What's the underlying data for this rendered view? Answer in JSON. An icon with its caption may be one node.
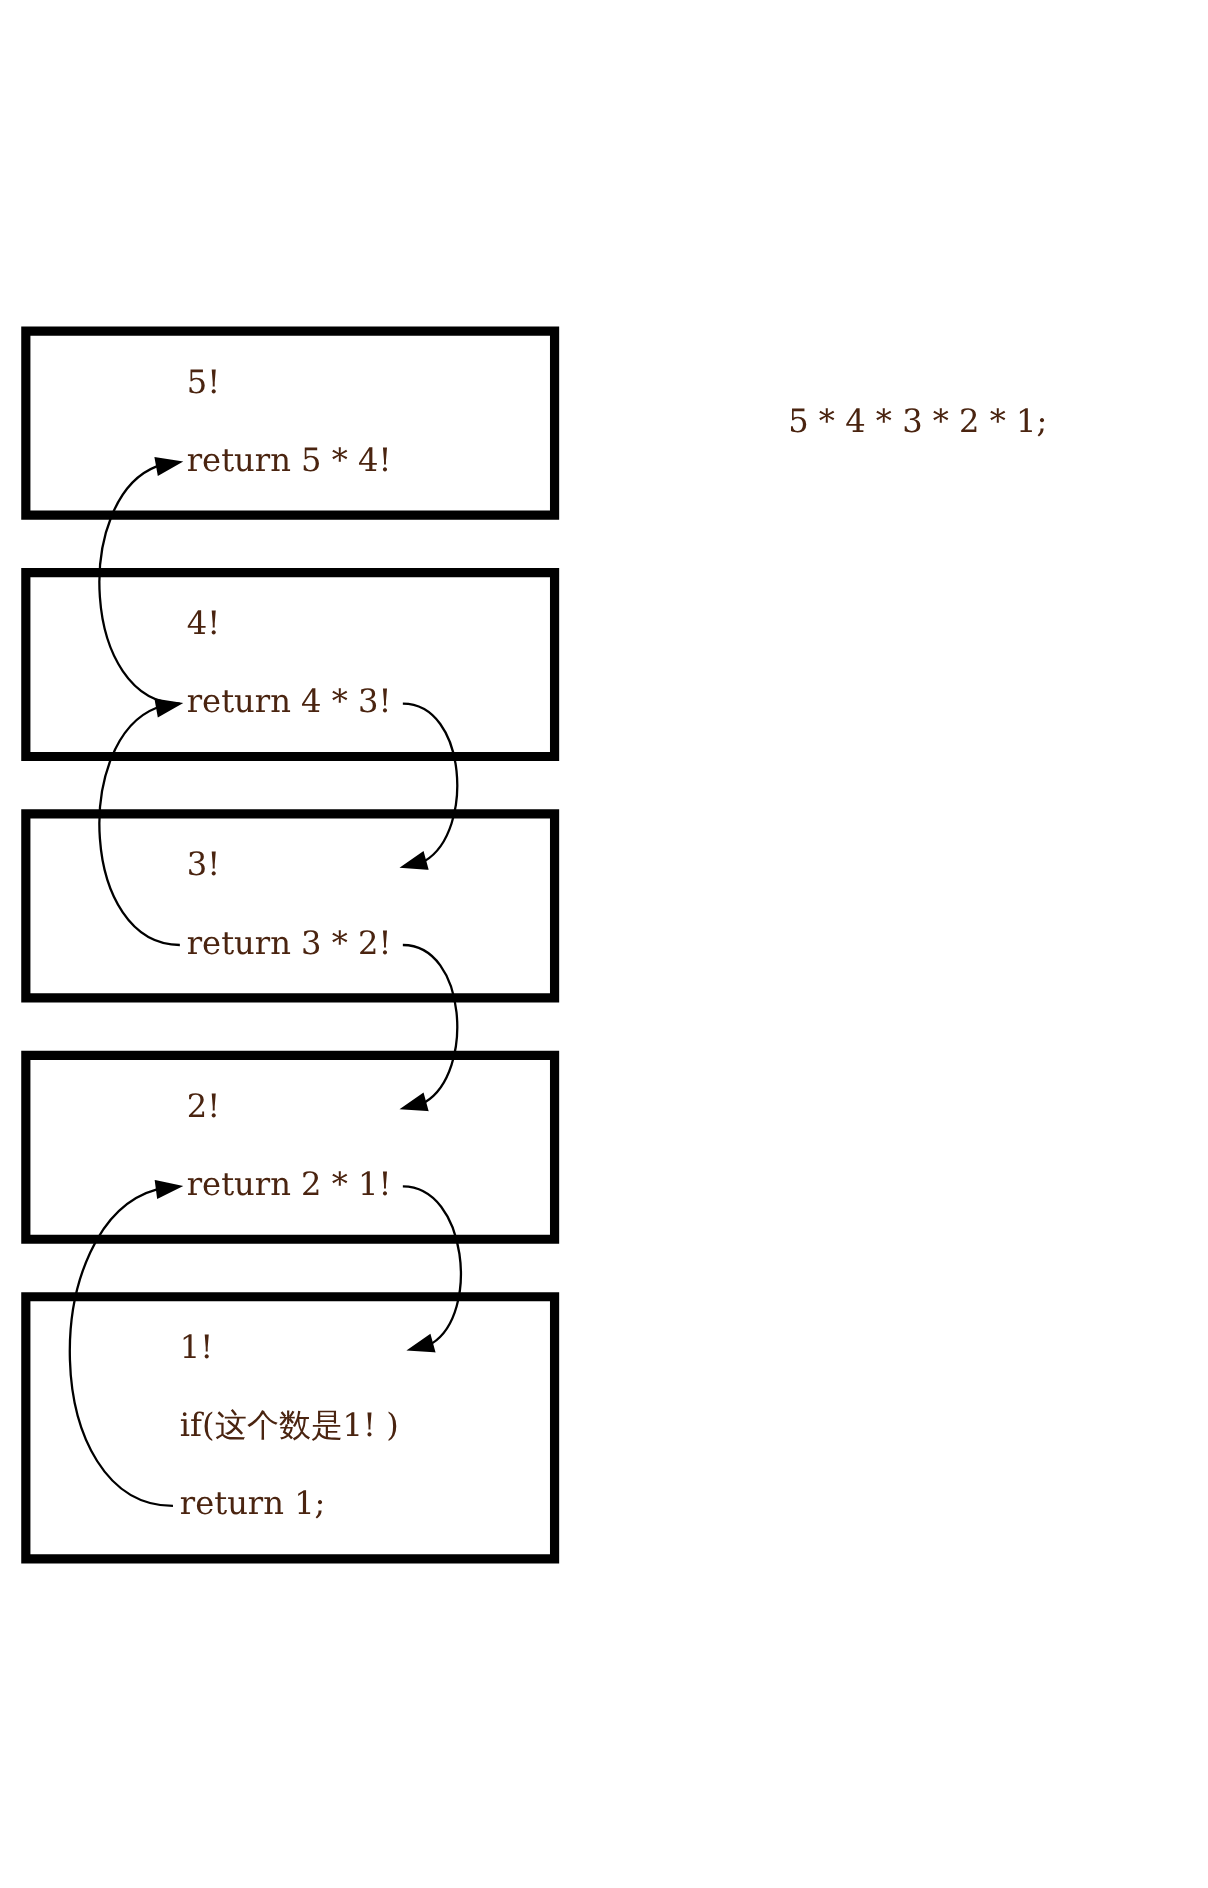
{
  "diagram": {
    "nodes": [
      {
        "text": [
          "5!",
          "return 5 * 4!"
        ]
      },
      {
        "text": [
          "4!",
          "return 4 * 3!"
        ]
      },
      {
        "text": [
          "3!",
          "return 3 * 2!"
        ]
      },
      {
        "text": [
          "2!",
          "return 2 * 1!"
        ]
      },
      {
        "text": [
          "1!",
          "if(这个数是1! )",
          "return 1;"
        ]
      }
    ],
    "edges": [
      {
        "from": 1,
        "to": 0,
        "arrow": "to"
      },
      {
        "from": 1,
        "to": 2,
        "arrow": "to"
      },
      {
        "from": 2,
        "to": 1,
        "arrow": "to"
      },
      {
        "from": 2,
        "to": 3,
        "arrow": "to"
      },
      {
        "from": 3,
        "to": 4,
        "arrow": "to"
      },
      {
        "from": 4,
        "to": 3,
        "arrow": "to"
      }
    ],
    "labels": [
      "5 * 4 * 3 * 2 * 1;"
    ]
  }
}
